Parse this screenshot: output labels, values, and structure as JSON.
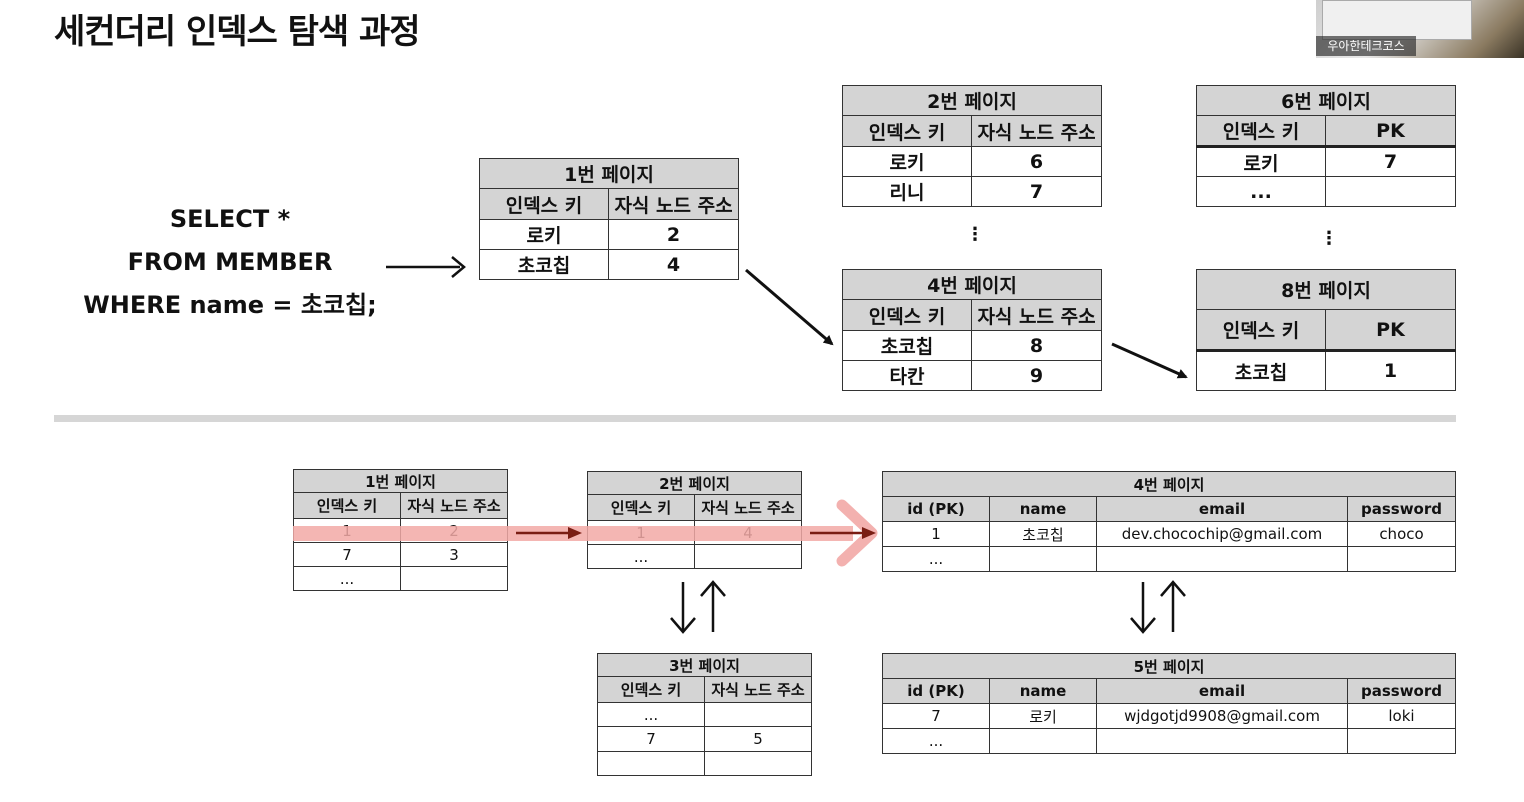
{
  "title": "세컨더리 인덱스 탐색 과정",
  "camera_label": "우아한테크코스",
  "sql": [
    "SELECT *",
    "FROM MEMBER",
    "WHERE name = 초코칩;"
  ],
  "top": {
    "page1": {
      "title": "1번 페이지",
      "cols": [
        "인덱스 키",
        "자식 노드 주소"
      ],
      "rows": [
        [
          "로키",
          "2"
        ],
        [
          "초코칩",
          "4"
        ]
      ]
    },
    "page2": {
      "title": "2번 페이지",
      "cols": [
        "인덱스 키",
        "자식 노드 주소"
      ],
      "rows": [
        [
          "로키",
          "6"
        ],
        [
          "리니",
          "7"
        ]
      ]
    },
    "page4": {
      "title": "4번 페이지",
      "cols": [
        "인덱스 키",
        "자식 노드 주소"
      ],
      "rows": [
        [
          "초코칩",
          "8"
        ],
        [
          "타칸",
          "9"
        ]
      ]
    },
    "page6": {
      "title": "6번 페이지",
      "cols": [
        "인덱스 키",
        "PK"
      ],
      "rows": [
        [
          "로키",
          "7"
        ],
        [
          "...",
          ""
        ]
      ]
    },
    "page8": {
      "title": "8번 페이지",
      "cols": [
        "인덱스 키",
        "PK"
      ],
      "rows": [
        [
          "초코칩",
          "1"
        ]
      ]
    },
    "vdots": "⋮"
  },
  "bottom": {
    "page1": {
      "title": "1번 페이지",
      "cols": [
        "인덱스 키",
        "자식 노드 주소"
      ],
      "rows": [
        [
          "1",
          "2"
        ],
        [
          "7",
          "3"
        ],
        [
          "...",
          ""
        ]
      ]
    },
    "page2": {
      "title": "2번 페이지",
      "cols": [
        "인덱스 키",
        "자식 노드 주소"
      ],
      "rows": [
        [
          "1",
          "4"
        ],
        [
          "...",
          ""
        ]
      ]
    },
    "page3": {
      "title": "3번 페이지",
      "cols": [
        "인덱스 키",
        "자식 노드 주소"
      ],
      "rows": [
        [
          "...",
          ""
        ],
        [
          "7",
          "5"
        ],
        [
          "",
          ""
        ]
      ]
    },
    "page4": {
      "title": "4번 페이지",
      "cols": [
        "id (PK)",
        "name",
        "email",
        "password"
      ],
      "rows": [
        [
          "1",
          "초코칩",
          "dev.chocochip@gmail.com",
          "choco"
        ],
        [
          "...",
          "",
          "",
          ""
        ]
      ]
    },
    "page5": {
      "title": "5번 페이지",
      "cols": [
        "id (PK)",
        "name",
        "email",
        "password"
      ],
      "rows": [
        [
          "7",
          "로키",
          "wjdgotjd9908@gmail.com",
          "loki"
        ],
        [
          "...",
          "",
          "",
          ""
        ]
      ]
    }
  },
  "colors": {
    "highlight": "#f2a9a6",
    "arrow_dark": "#7a1e14",
    "header_fill": "#d4d4d4",
    "divider": "#d6d6d6"
  }
}
